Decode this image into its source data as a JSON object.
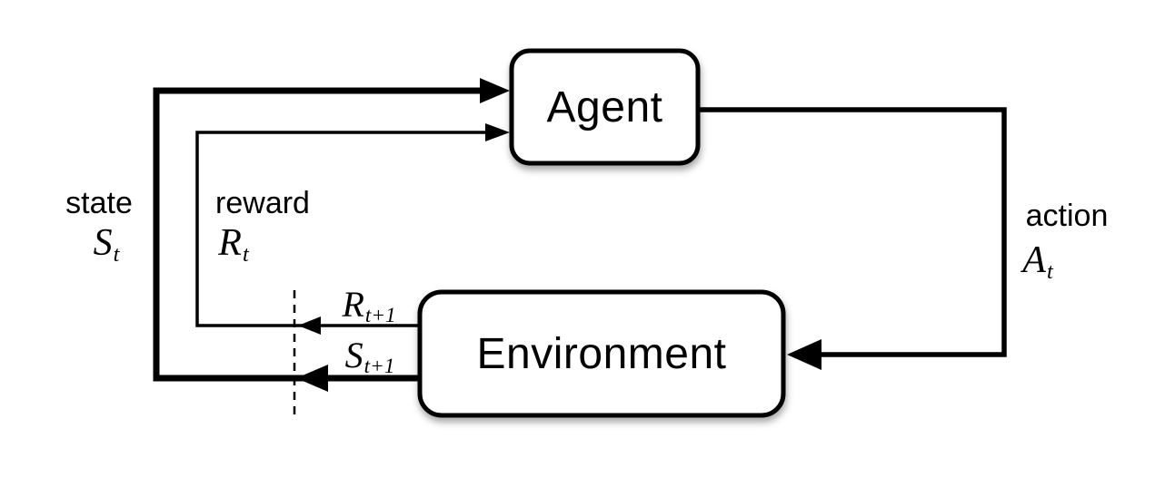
{
  "nodes": {
    "agent": {
      "label": "Agent"
    },
    "environment": {
      "label": "Environment"
    }
  },
  "signals": {
    "state": {
      "label": "state",
      "base": "S",
      "sub": "t"
    },
    "reward": {
      "label": "reward",
      "base": "R",
      "sub": "t"
    },
    "action": {
      "label": "action",
      "base": "A",
      "sub": "t"
    },
    "next_reward": {
      "base": "R",
      "sub": "t+1"
    },
    "next_state": {
      "base": "S",
      "sub": "t+1"
    }
  },
  "colors": {
    "ink": "#000000",
    "background": "#ffffff"
  }
}
